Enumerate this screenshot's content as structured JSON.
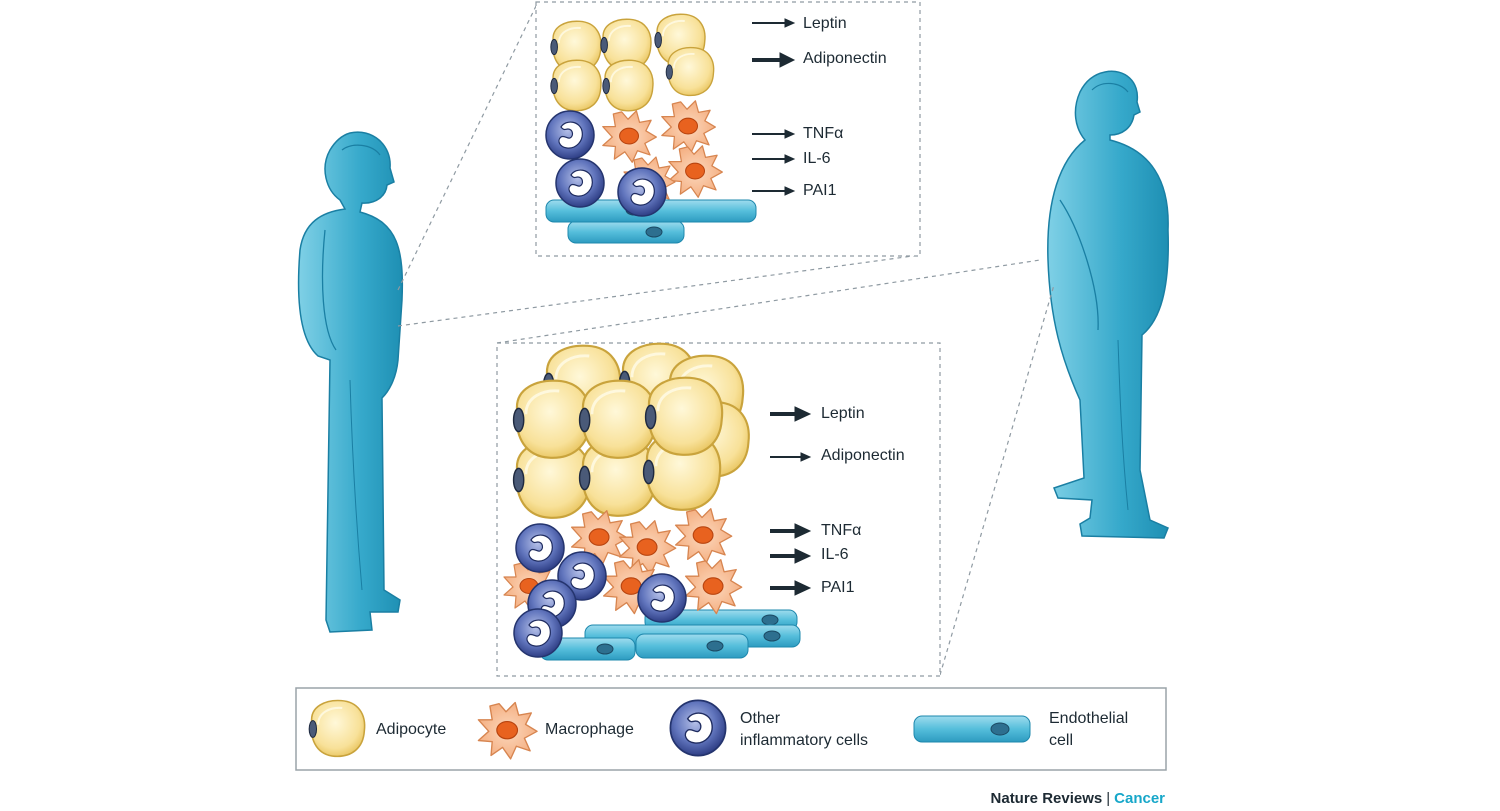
{
  "lean_panel": {
    "labels": {
      "leptin": "Leptin",
      "adiponectin": "Adiponectin",
      "tnfa": "TNFα",
      "il6": "IL-6",
      "pai1": "PAI1"
    }
  },
  "obese_panel": {
    "labels": {
      "leptin": "Leptin",
      "adiponectin": "Adiponectin",
      "tnfa": "TNFα",
      "il6": "IL-6",
      "pai1": "PAI1"
    }
  },
  "legend": {
    "adipocyte": "Adipocyte",
    "macrophage": "Macrophage",
    "inflammatory_1": "Other",
    "inflammatory_2": "inflammatory cells",
    "endothelial_1": "Endothelial",
    "endothelial_2": "cell"
  },
  "credit": {
    "publisher": "Nature Reviews",
    "separator": "|",
    "journal": "Cancer"
  },
  "colors": {
    "figure_blue": "#2aa6c8",
    "adipocyte_yellow": "#f7df8c",
    "macrophage_orange": "#f6b88a",
    "macrophage_nucleus": "#e8621f",
    "inflammatory_cell": "#3c4f98",
    "endothelial_cell": "#5bc1dc",
    "journal_teal": "#17a7c9"
  }
}
